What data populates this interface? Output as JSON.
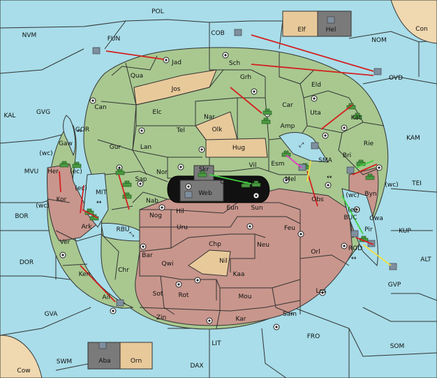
{
  "sea_labels": [
    "POL",
    "NVM",
    "FUN",
    "COB",
    "NOM",
    "Con",
    "KAL",
    "GVG",
    "KAM",
    "MVU",
    "BOR",
    "TEI",
    "KUP",
    "DOR",
    "ALT",
    "GVA",
    "FRO",
    "SOM",
    "LIT",
    "SWM",
    "DAX",
    "Cow",
    "OVD",
    "GVP"
  ],
  "green_labels": [
    "Jad",
    "Sch",
    "Qua",
    "Jos",
    "Grh",
    "Eld",
    "Can",
    "Elc",
    "Nar",
    "Car",
    "Uta",
    "Tel",
    "Olk",
    "Amp",
    "Kat",
    "Gur",
    "Lan",
    "Hug",
    "Rie",
    "Gaw",
    "Nor",
    "Vil",
    "Esm",
    "SMA",
    "Bri",
    "Sap",
    "Skr",
    "Ost",
    "Mel",
    "Web",
    "Ver",
    "Ken",
    "Ail"
  ],
  "red_labels": [
    "Her",
    "Kor",
    "Ark",
    "Nab",
    "Hil",
    "Eun",
    "Sun",
    "Obs",
    "Byn",
    "Gwa",
    "Pir",
    "Nog",
    "Uru",
    "Feu",
    "Chp",
    "Neu",
    "Orl",
    "Bar",
    "Qwi",
    "Nil",
    "Kaa",
    "Chr",
    "Sot",
    "Rot",
    "Mou",
    "Los",
    "Zin",
    "Kar",
    "Sam"
  ],
  "coast_labels": [
    "GOR",
    "MIT",
    "RBU",
    "BUC",
    "ROD"
  ],
  "coast_tags": [
    "(wc)",
    "(ec)",
    "(ec)",
    "(wc)",
    "(wc)",
    "(ec)",
    "(wc)"
  ],
  "inset_labels": [
    "Elf",
    "Hel",
    "Aba",
    "Orn"
  ]
}
